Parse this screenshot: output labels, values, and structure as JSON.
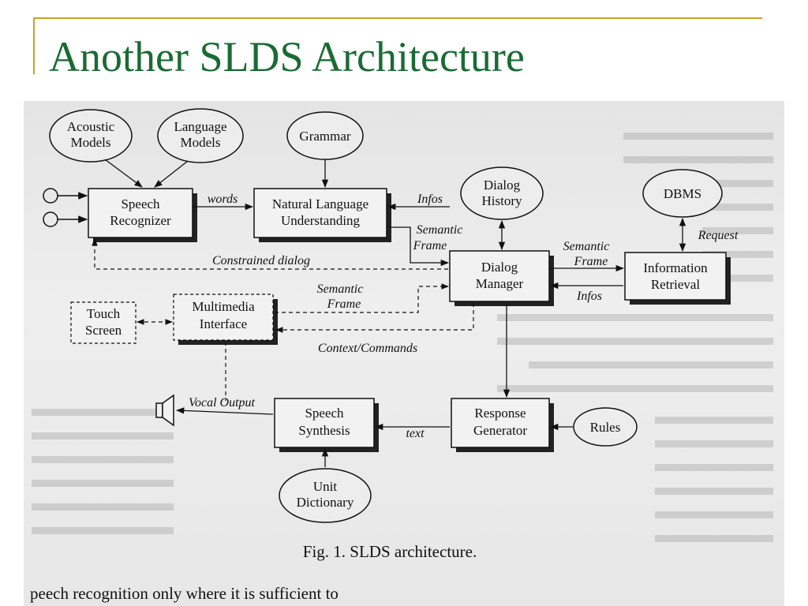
{
  "slide": {
    "title": "Another SLDS Architecture",
    "accent_color": "#1a6b33",
    "rule_color": "#c9a227"
  },
  "diagram": {
    "ellipses": {
      "acoustic_models": [
        "Acoustic",
        "Models"
      ],
      "language_models": [
        "Language",
        "Models"
      ],
      "grammar": [
        "Grammar"
      ],
      "dialog_history": [
        "Dialog",
        "History"
      ],
      "dbms": [
        "DBMS"
      ],
      "rules": [
        "Rules"
      ],
      "unit_dictionary": [
        "Unit",
        "Dictionary"
      ]
    },
    "boxes": {
      "speech_recognizer": [
        "Speech",
        "Recognizer"
      ],
      "nlu": [
        "Natural Language",
        "Understanding"
      ],
      "dialog_manager": [
        "Dialog",
        "Manager"
      ],
      "information_retrieval": [
        "Information",
        "Retrieval"
      ],
      "touch_screen": [
        "Touch",
        "Screen"
      ],
      "multimedia_interface": [
        "Multimedia",
        "Interface"
      ],
      "response_generator": [
        "Response",
        "Generator"
      ],
      "speech_synthesis": [
        "Speech",
        "Synthesis"
      ]
    },
    "labels": {
      "words": "words",
      "infos_nlu": "Infos",
      "semantic_frame_nlu": [
        "Semantic",
        "Frame"
      ],
      "semantic_frame_ir": [
        "Semantic",
        "Frame"
      ],
      "request": "Request",
      "infos_ir": "Infos",
      "constrained_dialog": "Constrained dialog",
      "semantic_frame_mm": [
        "Semantic",
        "Frame"
      ],
      "context_commands": "Context/Commands",
      "vocal_output": "Vocal Output",
      "text": "text"
    },
    "caption": "Fig. 1. SLDS architecture."
  },
  "scan_cut_text": "peech recognition only where it is sufficient to"
}
